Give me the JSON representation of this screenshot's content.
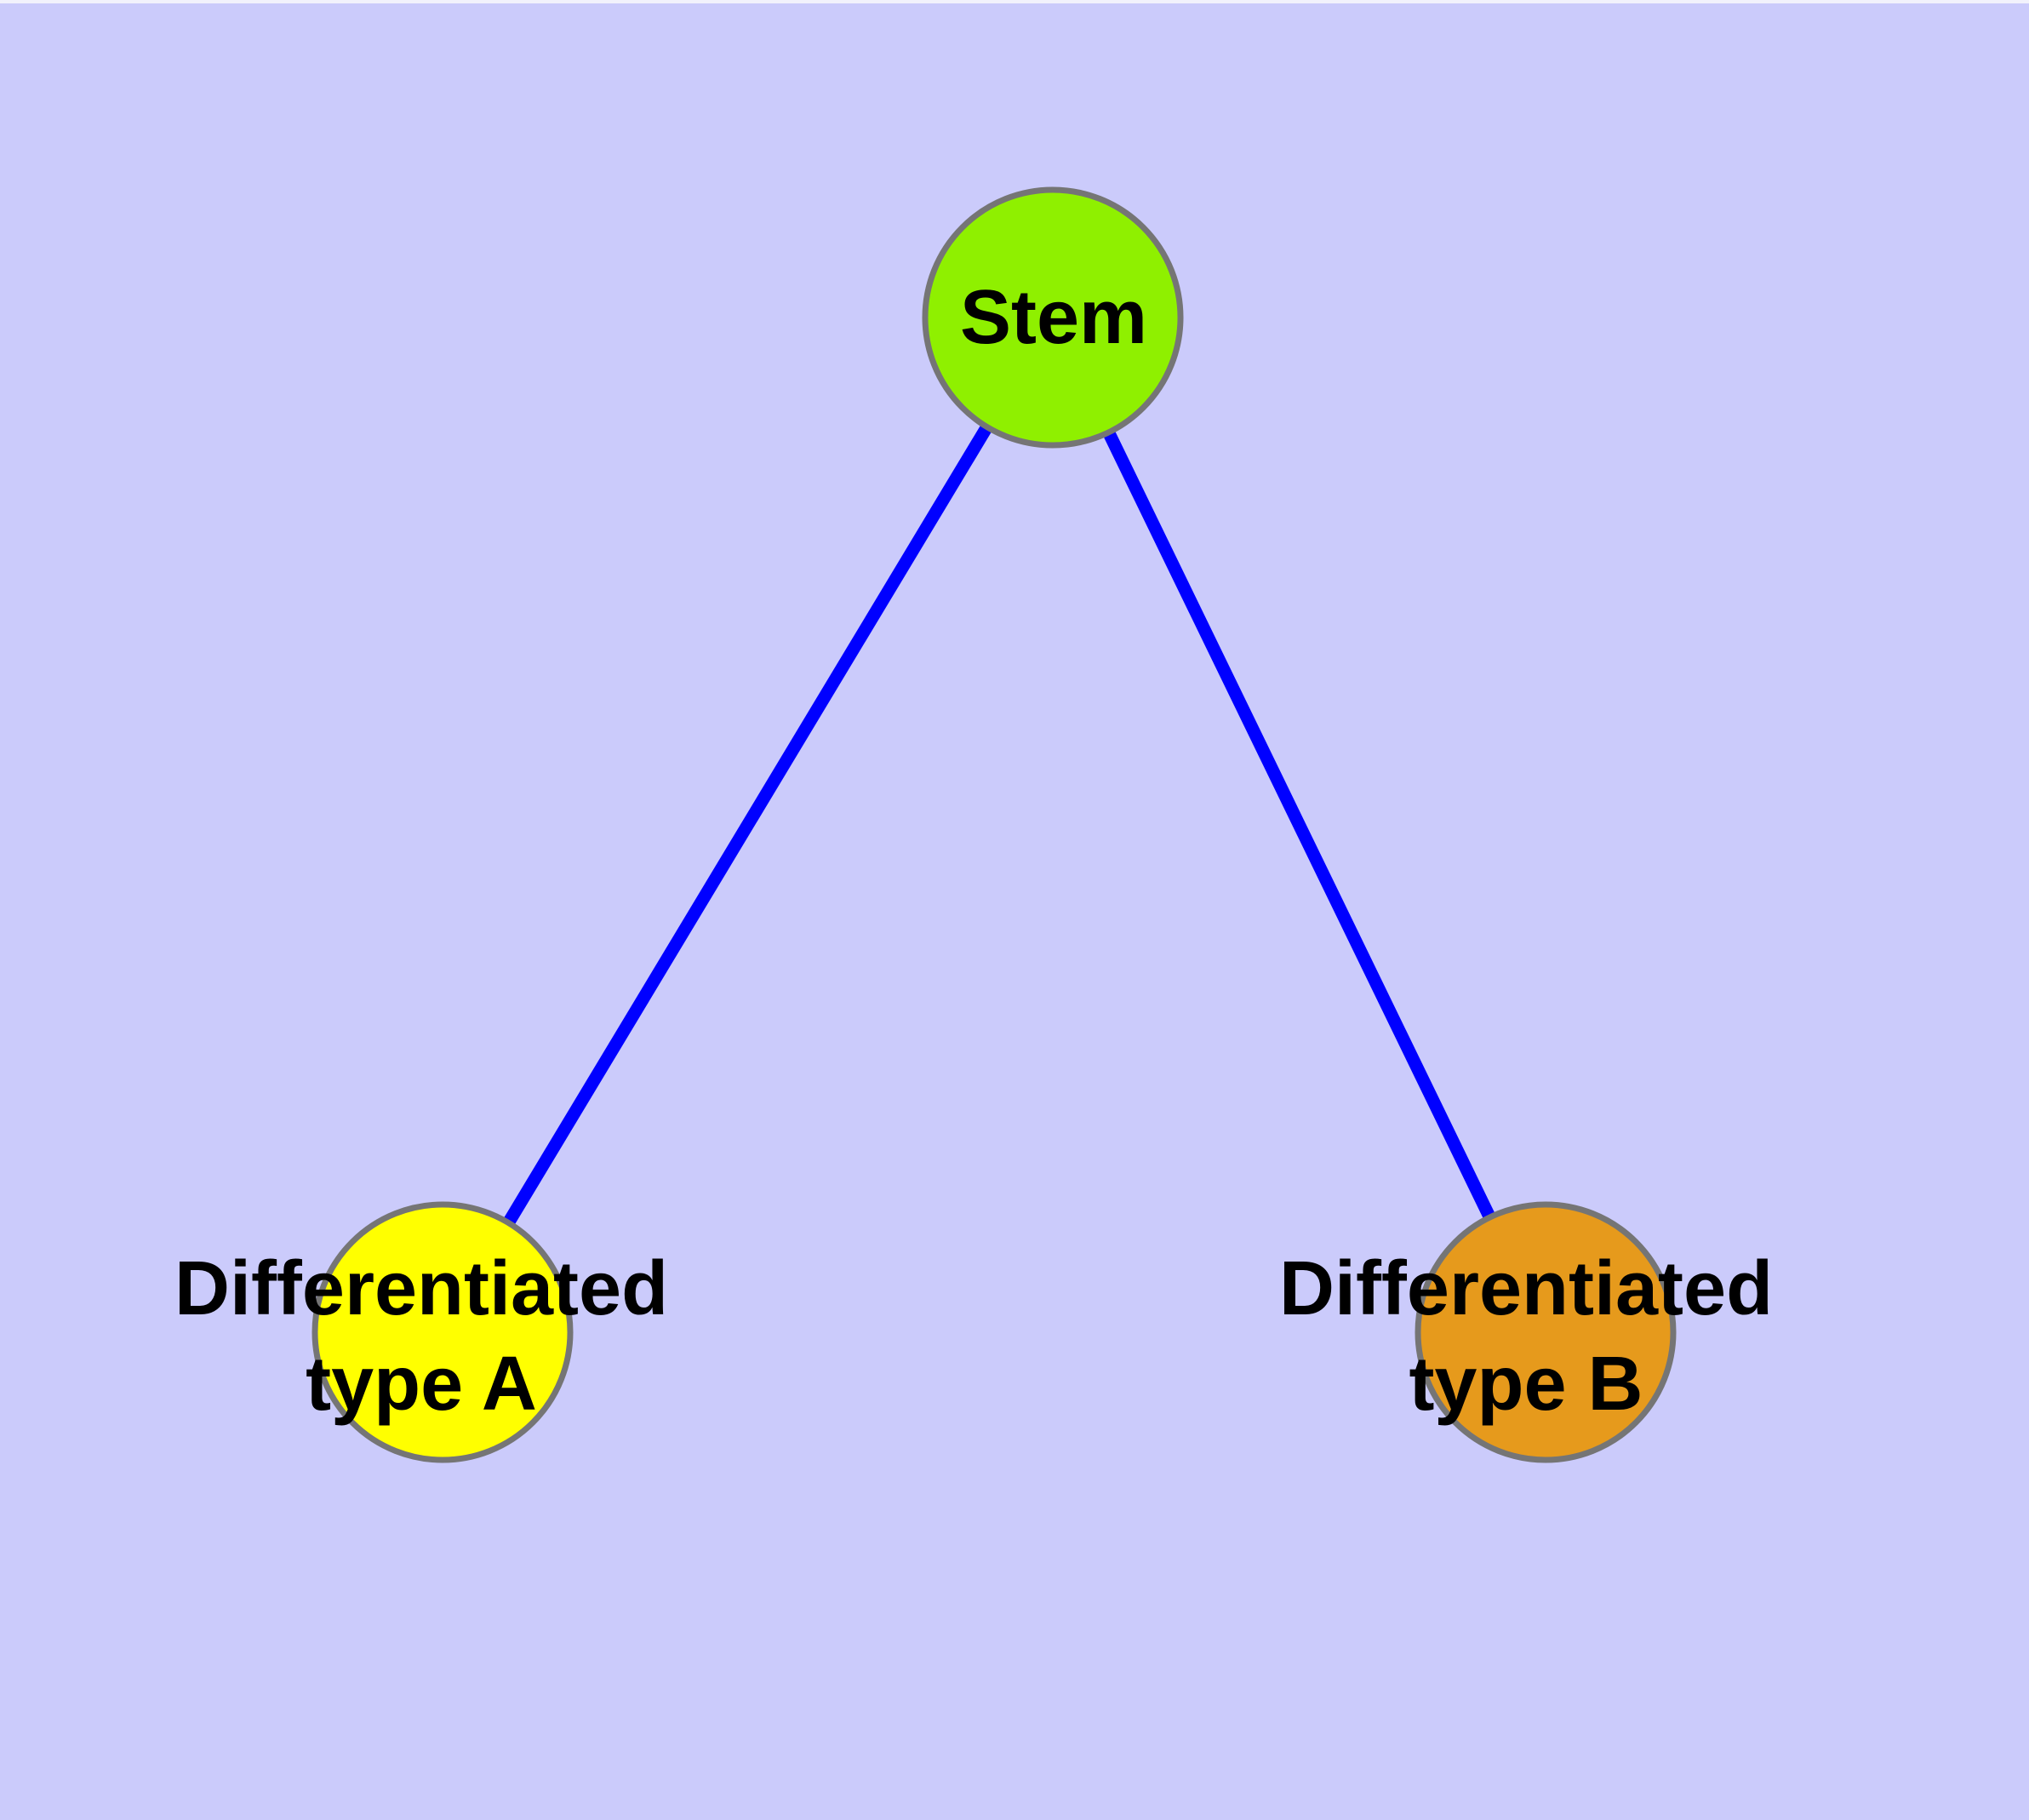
{
  "diagram": {
    "background_color": "#CBCBFB",
    "edge_color": "#0000FF",
    "node_border_color": "#757575",
    "nodes": [
      {
        "id": "stem",
        "label": "Stem",
        "label_lines": [
          "Stem"
        ],
        "color": "#8FF000"
      },
      {
        "id": "differentiated-type-a",
        "label": "Differentiated type A",
        "label_lines": [
          "Differentiated",
          "type A"
        ],
        "color": "#FFFF00"
      },
      {
        "id": "differentiated-type-b",
        "label": "Differentiated type B",
        "label_lines": [
          "Differentiated",
          "type B"
        ],
        "color": "#E69A1C"
      }
    ],
    "edges": [
      {
        "from": "Stem",
        "to": "Differentiated type A"
      },
      {
        "from": "Stem",
        "to": "Differentiated type B"
      }
    ]
  }
}
